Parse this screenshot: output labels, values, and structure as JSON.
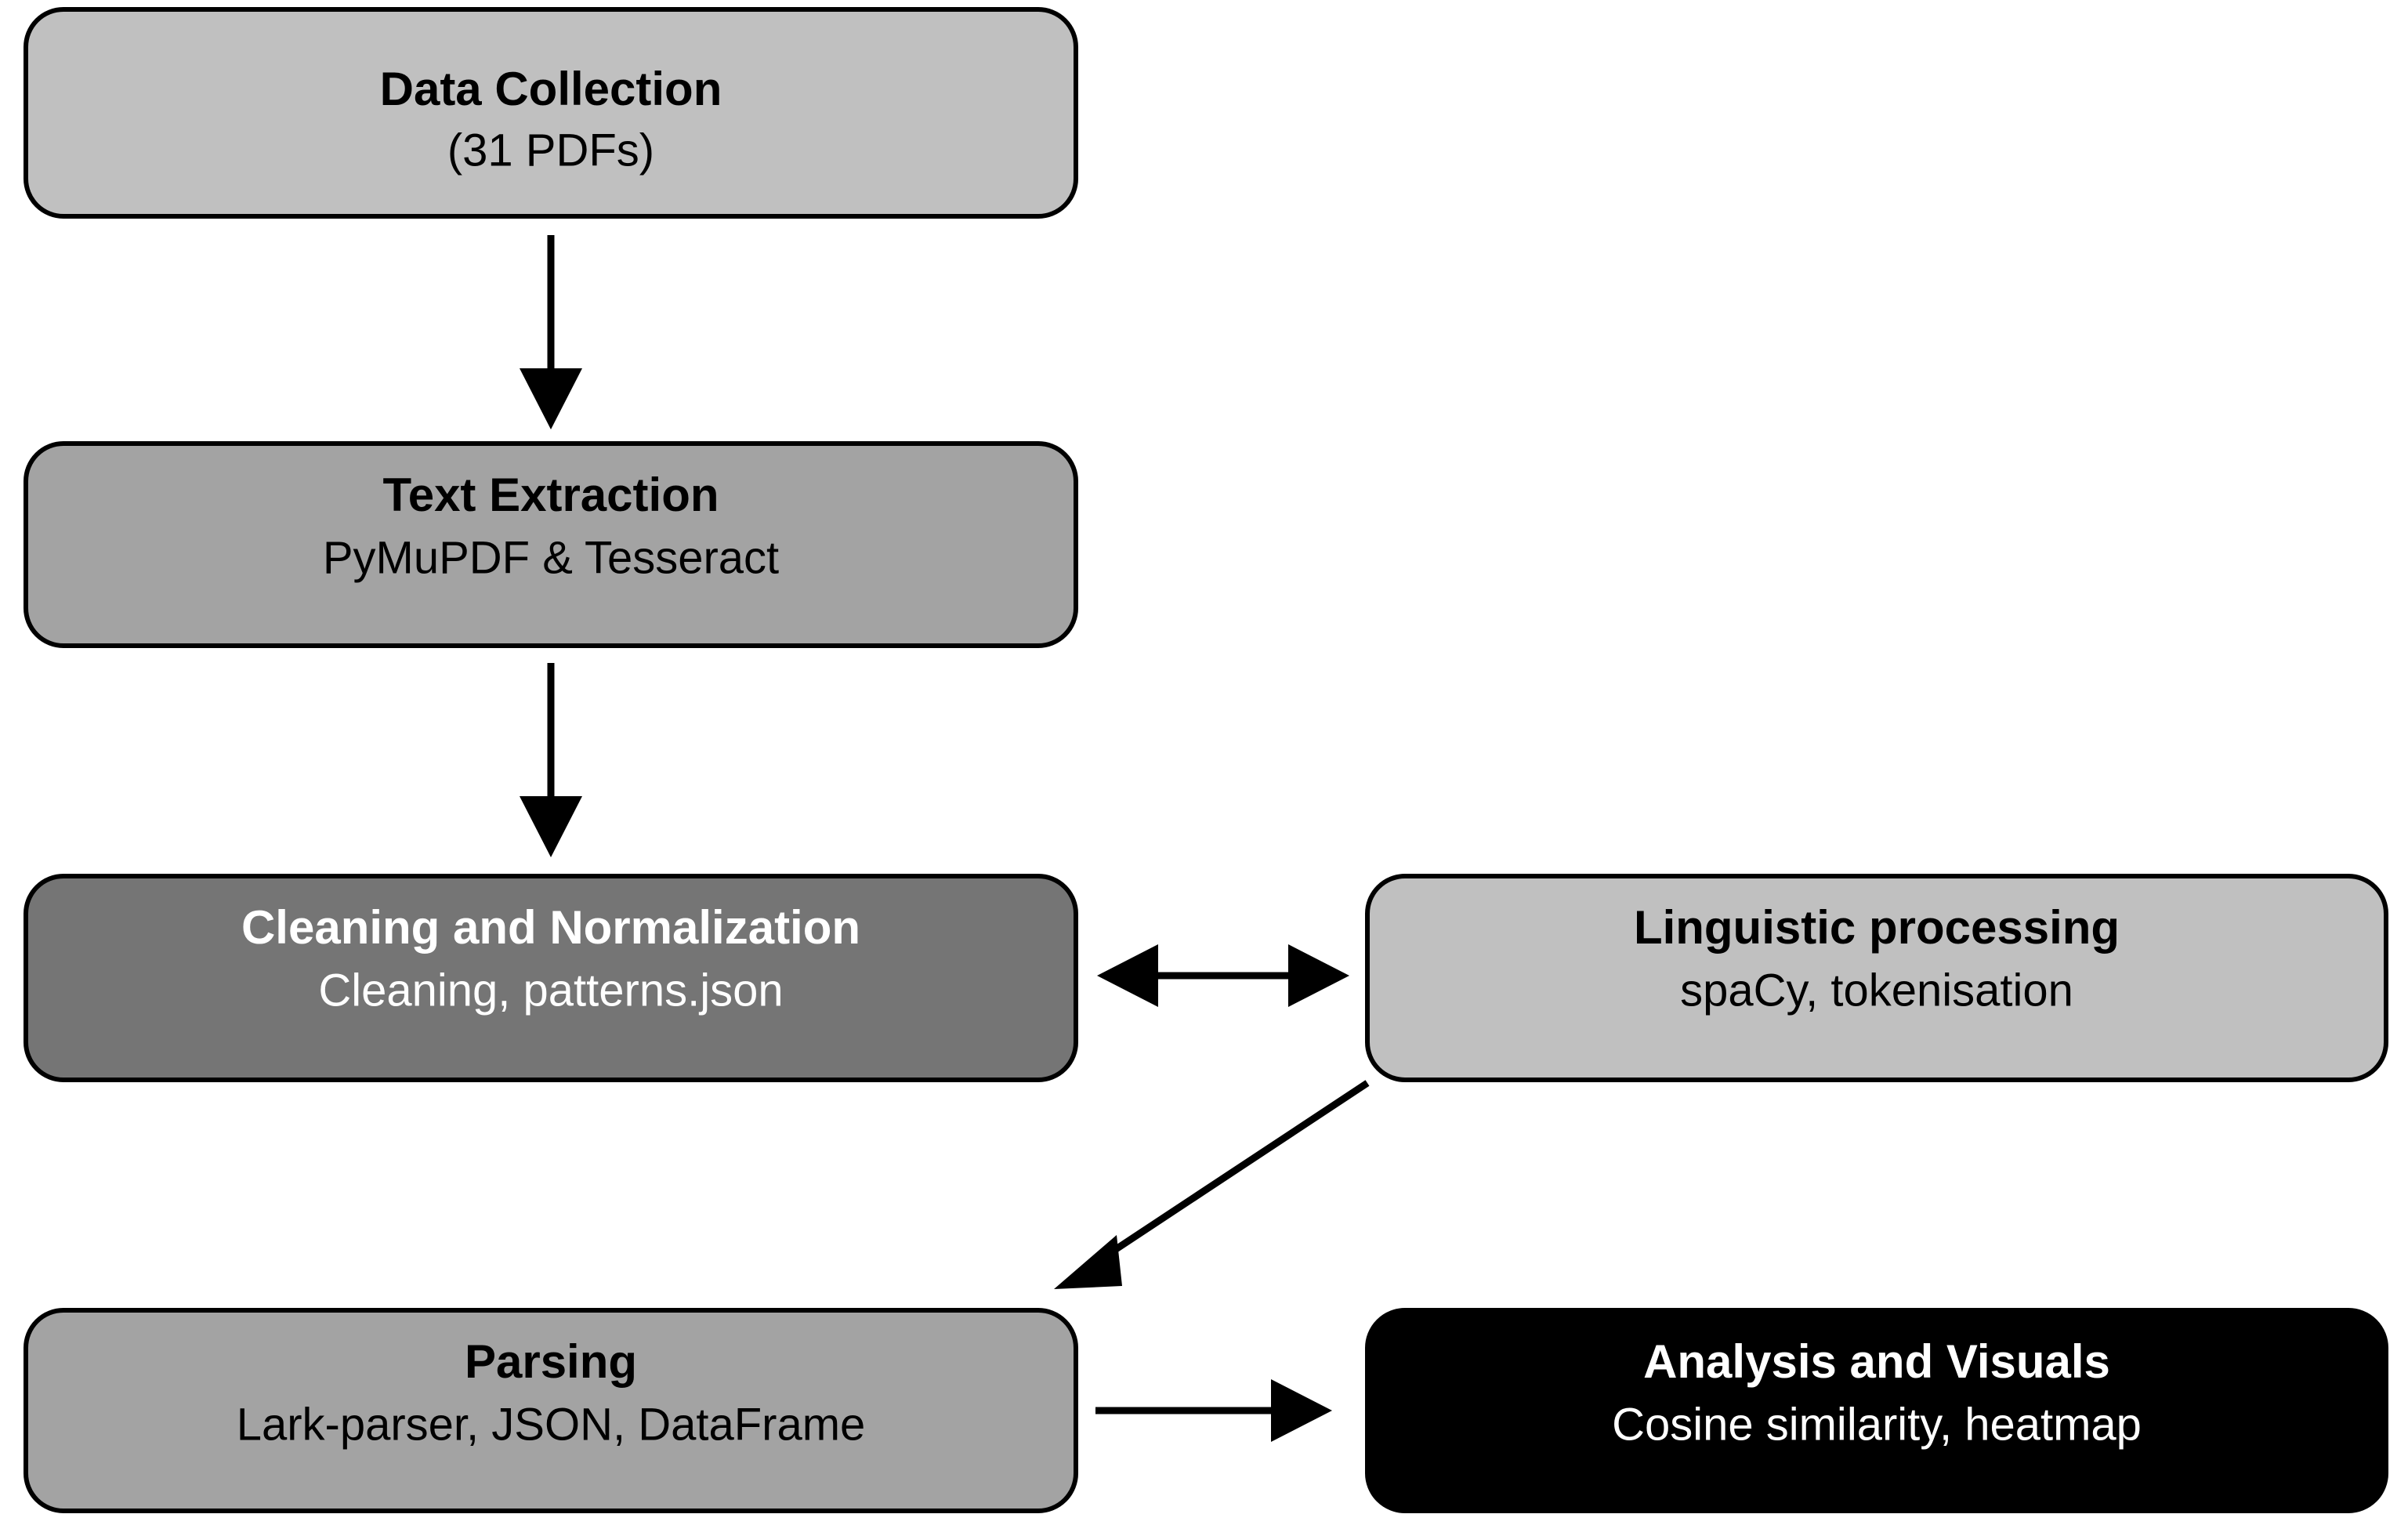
{
  "diagram": {
    "type": "flowchart",
    "orientation": "top-to-bottom",
    "background_color": "#ffffff",
    "nodes": [
      {
        "id": "data-collection",
        "title": "Data Collection",
        "subtitle": "(31 PDFs)",
        "fill_color": "#c0c0c0",
        "text_color": "#000000",
        "border_color": "#000000"
      },
      {
        "id": "text-extraction",
        "title": "Text Extraction",
        "subtitle": "PyMuPDF & Tesseract",
        "fill_color": "#a3a3a3",
        "text_color": "#000000",
        "border_color": "#000000"
      },
      {
        "id": "cleaning-normalization",
        "title": "Cleaning and Normalization",
        "subtitle": "Cleaning, patterns.json",
        "fill_color": "#757575",
        "text_color": "#ffffff",
        "border_color": "#000000"
      },
      {
        "id": "linguistic-processing",
        "title": "Linguistic processing",
        "subtitle": "spaCy, tokenisation",
        "fill_color": "#c0c0c0",
        "text_color": "#000000",
        "border_color": "#000000"
      },
      {
        "id": "parsing",
        "title": "Parsing",
        "subtitle": "Lark-parser, JSON, DataFrame",
        "fill_color": "#a3a3a3",
        "text_color": "#000000",
        "border_color": "#000000"
      },
      {
        "id": "analysis-visuals",
        "title": "Analysis and Visuals",
        "subtitle": "Cosine similarity, heatmap",
        "fill_color": "#000000",
        "text_color": "#ffffff",
        "border_color": "#000000"
      }
    ],
    "edges": [
      {
        "id": "edge-collection-to-extraction",
        "from": "data-collection",
        "to": "text-extraction",
        "direction": "down",
        "arrowheads": "end"
      },
      {
        "id": "edge-extraction-to-cleaning",
        "from": "text-extraction",
        "to": "cleaning-normalization",
        "direction": "down",
        "arrowheads": "end"
      },
      {
        "id": "edge-cleaning-linguistic",
        "from": "cleaning-normalization",
        "to": "linguistic-processing",
        "direction": "horizontal",
        "arrowheads": "both"
      },
      {
        "id": "edge-linguistic-to-parsing",
        "from": "linguistic-processing",
        "to": "parsing",
        "direction": "diagonal-down-left",
        "arrowheads": "end"
      },
      {
        "id": "edge-parsing-to-analysis",
        "from": "parsing",
        "to": "analysis-visuals",
        "direction": "right",
        "arrowheads": "end"
      }
    ]
  }
}
